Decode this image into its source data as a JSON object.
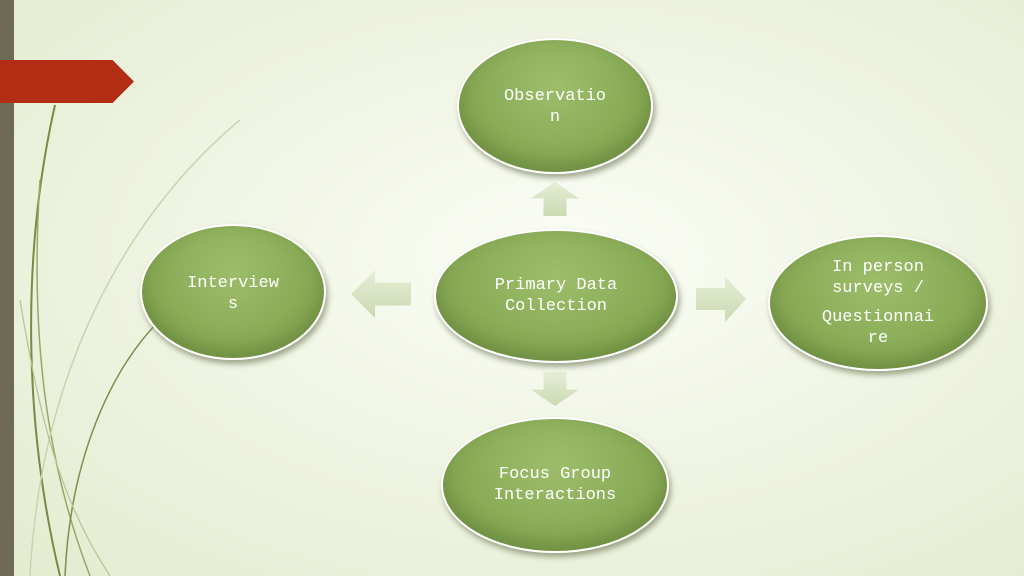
{
  "diagram": {
    "center": {
      "line1": "Primary Data",
      "line2": "Collection"
    },
    "top": {
      "line1": "Observatio",
      "line2": "n"
    },
    "left": {
      "line1": "Interview",
      "line2": "s"
    },
    "right": {
      "line1": "In person",
      "line2": "surveys /",
      "line3": "Questionnai",
      "line4": "re"
    },
    "bottom": {
      "line1": "Focus Group",
      "line2": "Interactions"
    }
  },
  "colors": {
    "node_fill": "#88aa55",
    "accent": "#b22d13",
    "side_bar": "#6f6a55",
    "arrow_fill": "#d6e2c2"
  }
}
